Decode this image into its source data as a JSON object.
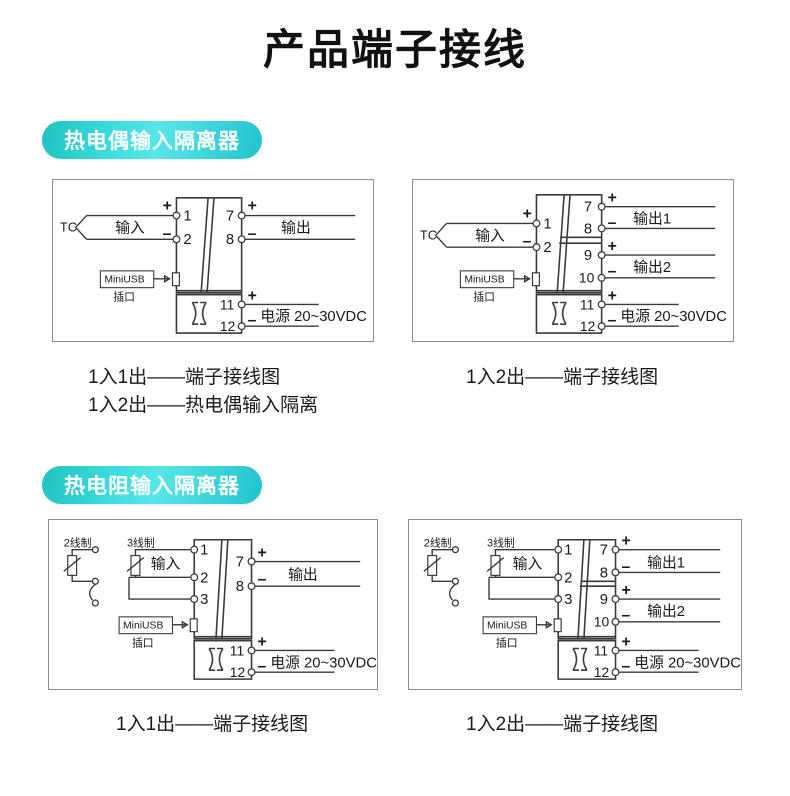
{
  "page": {
    "title": "产品端子接线",
    "background": "#ffffff",
    "accent": "#2ecfd4"
  },
  "sections": [
    {
      "id": "thermocouple",
      "badge": "热电偶输入隔离器",
      "badge_gradient_from": "#1fc3c0",
      "badge_gradient_to": "#22c3cd"
    },
    {
      "id": "rtd",
      "badge": "热电阻输入隔离器",
      "badge_gradient_from": "#1fc3c0",
      "badge_gradient_to": "#22c3cd"
    }
  ],
  "labels": {
    "input": "输入",
    "output": "输出",
    "output1": "输出1",
    "output2": "输出2",
    "power": "电源 20~30VDC",
    "usb_port": "MiniUSB",
    "usb_socket": "插口",
    "tc": "TC",
    "two_wire": "2线制",
    "three_wire": "3线制",
    "plus": "+",
    "minus": "–"
  },
  "terminals": {
    "in_1": "1",
    "in_2": "2",
    "in_3": "3",
    "out_7": "7",
    "out_8": "8",
    "out_9": "9",
    "out_10": "10",
    "pwr_11": "11",
    "pwr_12": "12"
  },
  "diagrams": [
    {
      "id": "tc-1in1out",
      "sensor": "TC",
      "input_terminals": [
        "1",
        "2"
      ],
      "output_groups": [
        {
          "name": "输出",
          "terminals": [
            "7",
            "8"
          ],
          "signs": [
            "+",
            "–"
          ]
        }
      ],
      "power": {
        "label": "电源 20~30VDC",
        "terminals": [
          "11",
          "12"
        ],
        "signs": [
          "+",
          "–"
        ]
      },
      "usb": "MiniUSB"
    },
    {
      "id": "tc-1in2out",
      "sensor": "TC",
      "input_terminals": [
        "1",
        "2"
      ],
      "output_groups": [
        {
          "name": "输出1",
          "terminals": [
            "7",
            "8"
          ],
          "signs": [
            "+",
            "–"
          ]
        },
        {
          "name": "输出2",
          "terminals": [
            "9",
            "10"
          ],
          "signs": [
            "+",
            "–"
          ]
        }
      ],
      "power": {
        "label": "电源 20~30VDC",
        "terminals": [
          "11",
          "12"
        ],
        "signs": [
          "+",
          "–"
        ]
      },
      "usb": "MiniUSB"
    },
    {
      "id": "rtd-1in1out",
      "sensor": "RTD",
      "wiring_modes": [
        "2线制",
        "3线制"
      ],
      "input_terminals": [
        "1",
        "2",
        "3"
      ],
      "output_groups": [
        {
          "name": "输出",
          "terminals": [
            "7",
            "8"
          ],
          "signs": [
            "+",
            "–"
          ]
        }
      ],
      "power": {
        "label": "电源 20~30VDC",
        "terminals": [
          "11",
          "12"
        ],
        "signs": [
          "+",
          "–"
        ]
      },
      "usb": "MiniUSB"
    },
    {
      "id": "rtd-1in2out",
      "sensor": "RTD",
      "wiring_modes": [
        "2线制",
        "3线制"
      ],
      "input_terminals": [
        "1",
        "2",
        "3"
      ],
      "output_groups": [
        {
          "name": "输出1",
          "terminals": [
            "7",
            "8"
          ],
          "signs": [
            "+",
            "–"
          ]
        },
        {
          "name": "输出2",
          "terminals": [
            "9",
            "10"
          ],
          "signs": [
            "+",
            "–"
          ]
        }
      ],
      "power": {
        "label": "电源 20~30VDC",
        "terminals": [
          "11",
          "12"
        ],
        "signs": [
          "+",
          "–"
        ]
      },
      "usb": "MiniUSB"
    }
  ],
  "captions": {
    "d1_line1": "1入1出——端子接线图",
    "d1_line2": "1入2出——热电偶输入隔离",
    "d2": "1入2出——端子接线图",
    "d3": "1入1出——端子接线图",
    "d4": "1入2出——端子接线图"
  }
}
